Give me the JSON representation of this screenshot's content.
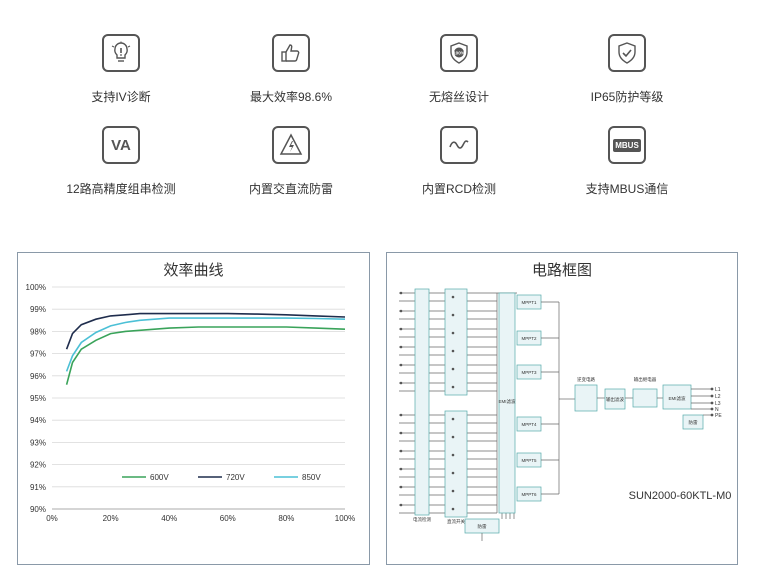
{
  "features": [
    {
      "label": "支持IV诊断",
      "icon": "lightbulb-icon"
    },
    {
      "label": "最大效率98.6%",
      "icon": "thumbs-up-icon"
    },
    {
      "label": "无熔丝设计",
      "icon": "shield-100-icon"
    },
    {
      "label": "IP65防护等级",
      "icon": "shield-check-icon"
    },
    {
      "label": "12路高精度组串检测",
      "icon": "va-icon",
      "icon_text": "VA"
    },
    {
      "label": "内置交直流防雷",
      "icon": "lightning-warning-icon"
    },
    {
      "label": "内置RCD检测",
      "icon": "sine-wave-icon"
    },
    {
      "label": "支持MBUS通信",
      "icon": "mbus-icon",
      "icon_text": "MBUS"
    }
  ],
  "chart_panel": {
    "title": "效率曲线"
  },
  "chart_data": {
    "type": "line",
    "title": "效率曲线",
    "x_ticks": [
      "0%",
      "20%",
      "40%",
      "60%",
      "80%",
      "100%"
    ],
    "y_ticks": [
      "90%",
      "91%",
      "92%",
      "93%",
      "94%",
      "95%",
      "96%",
      "97%",
      "98%",
      "99%",
      "100%"
    ],
    "xlim": [
      0,
      100
    ],
    "ylim": [
      90,
      100
    ],
    "legend_position": "bottom-center",
    "series": [
      {
        "name": "600V",
        "color": "#3aa35a",
        "x": [
          5,
          7,
          10,
          15,
          20,
          25,
          30,
          40,
          50,
          60,
          70,
          80,
          90,
          100
        ],
        "y": [
          95.6,
          96.6,
          97.2,
          97.6,
          97.9,
          98.0,
          98.05,
          98.15,
          98.2,
          98.2,
          98.2,
          98.2,
          98.15,
          98.1
        ]
      },
      {
        "name": "720V",
        "color": "#1f2d4d",
        "x": [
          5,
          7,
          10,
          15,
          20,
          25,
          30,
          40,
          50,
          60,
          70,
          80,
          90,
          100
        ],
        "y": [
          97.2,
          97.9,
          98.3,
          98.55,
          98.7,
          98.75,
          98.8,
          98.8,
          98.8,
          98.8,
          98.78,
          98.75,
          98.7,
          98.65
        ]
      },
      {
        "name": "850V",
        "color": "#4cc0d6",
        "x": [
          5,
          7,
          10,
          15,
          20,
          25,
          30,
          40,
          50,
          60,
          70,
          80,
          90,
          100
        ],
        "y": [
          96.2,
          96.9,
          97.5,
          97.95,
          98.25,
          98.4,
          98.5,
          98.6,
          98.6,
          98.6,
          98.6,
          98.6,
          98.58,
          98.55
        ]
      }
    ]
  },
  "circuit_panel": {
    "title": "电路框图",
    "model": "SUN2000-60KTL-M0",
    "mppt_labels": [
      "MPPT1",
      "MPPT2",
      "MPPT3",
      "MPPT4",
      "MPPT5",
      "MPPT6"
    ],
    "emi_label": "EMI滤波",
    "inverter_label": "逆变电路",
    "output_filter_label": "输出滤波",
    "output_relay_label": "输出继电器",
    "output_emi_label": "EMI滤波",
    "lightning_label": "防雷",
    "current_detect_label": "电流检测",
    "dc_switch_label": "直流开关",
    "dc_lightning_label": "防雷",
    "outputs": [
      "L1",
      "L2",
      "L3",
      "N",
      "PE"
    ]
  }
}
